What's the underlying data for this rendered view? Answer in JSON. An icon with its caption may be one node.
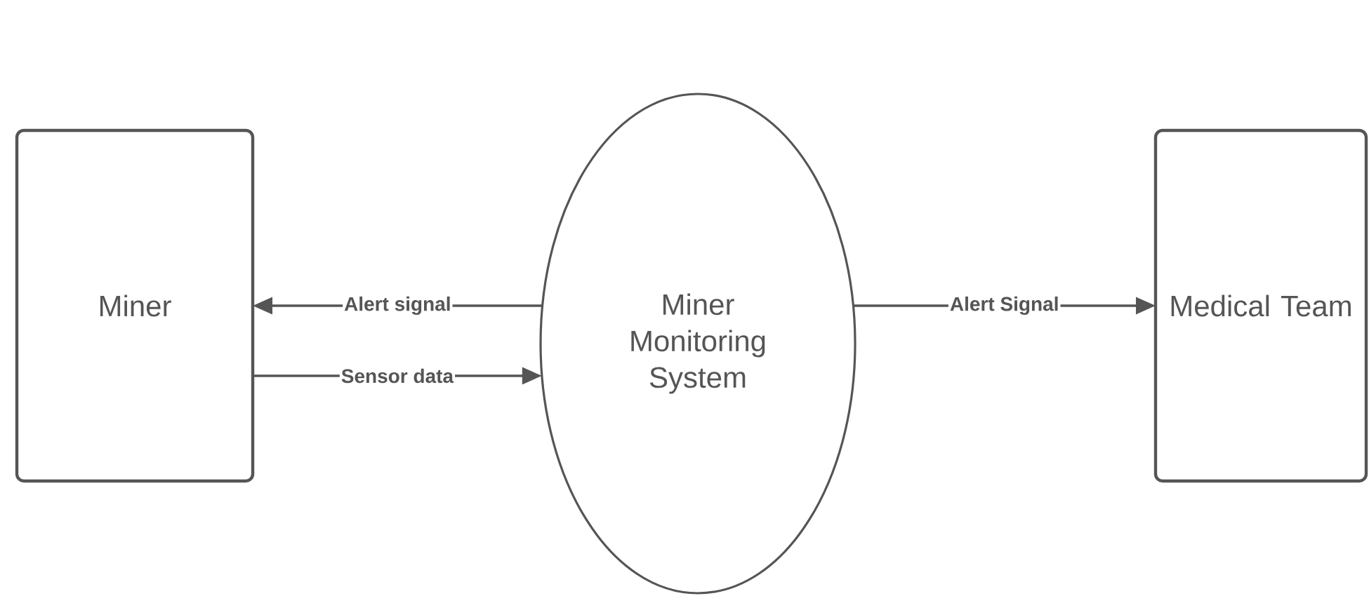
{
  "diagram": {
    "nodes": [
      {
        "text": [
          "Miner"
        ]
      },
      {
        "text": [
          "Miner Monitoring System"
        ]
      },
      {
        "text": [
          "Medical Team"
        ]
      }
    ],
    "edges": [
      {
        "from": 1,
        "to": 0,
        "arrow": "to",
        "label": "Alert  signal"
      },
      {
        "from": 0,
        "to": 1,
        "arrow": "to",
        "label": "Sensor data"
      },
      {
        "from": 1,
        "to": 2,
        "arrow": "to",
        "label": "Alert Signal"
      }
    ]
  }
}
